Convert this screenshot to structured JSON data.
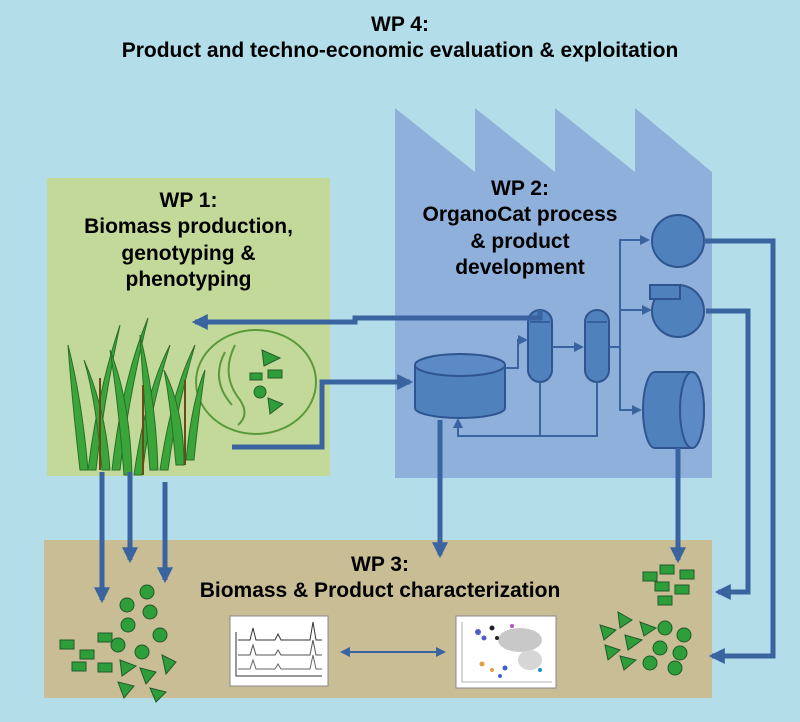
{
  "wp4": {
    "heading": "WP 4:",
    "title": "Product and techno-economic evaluation & exploitation"
  },
  "wp1": {
    "heading": "WP 1:",
    "line1": "Biomass production,",
    "line2": "genotyping &",
    "line3": "phenotyping"
  },
  "wp2": {
    "heading": "WP 2:",
    "line1": "OrganoCat process",
    "line2": "& product",
    "line3": "development"
  },
  "wp3": {
    "heading": "WP 3:",
    "title": "Biomass & Product characterization"
  },
  "colors": {
    "background": "#b3dde9",
    "wp1_box": "#c3d99a",
    "wp2_factory": "#8fb0da",
    "wp3_box": "#c8bd95",
    "equipment": "#4f81bd",
    "arrow": "#3a64a0",
    "plant": "#3aa63a"
  },
  "icons": [
    "grass-icon",
    "plant-cell-icon",
    "tank-icon",
    "column-icon",
    "product-shape-icon",
    "spectrum-chart-icon",
    "cluster-plot-icon"
  ]
}
